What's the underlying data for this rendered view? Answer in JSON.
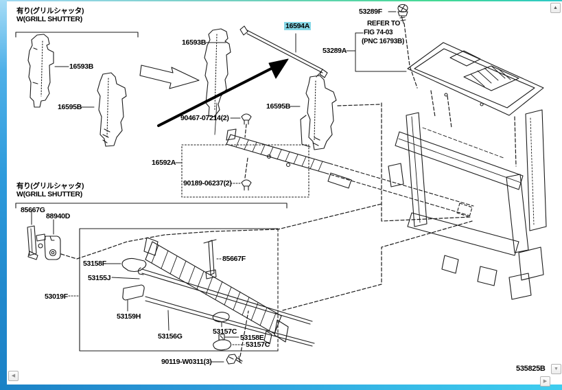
{
  "figure": {
    "code": "535825B"
  },
  "sections": {
    "grill_shutter_top": {
      "jp": "有り(グリルシャッタ)",
      "en": "W(GRILL SHUTTER)"
    },
    "grill_shutter_bottom": {
      "jp": "有り(グリルシャッタ)",
      "en": "W(GRILL SHUTTER)"
    }
  },
  "note": {
    "line1": "REFER TO",
    "line2": "FIG 74-03",
    "line3": "(PNC 16793B)"
  },
  "parts": {
    "p16593b_left": "16593B",
    "p16595b_left": "16595B",
    "p16593b_mid": "16593B",
    "p16594a": "16594A",
    "p53289f": "53289F",
    "p53289a": "53289A",
    "p90467": "90467-07214(2)",
    "p16595b_mid": "16595B",
    "p16592a": "16592A",
    "p90189": "90189-06237(2)",
    "p85667g": "85667G",
    "p88940d": "88940D",
    "p53158f": "53158F",
    "p53155j": "53155J",
    "p85667f": "85667F",
    "p53019f": "53019F",
    "p53159h": "53159H",
    "p53156g": "53156G",
    "p53157c_1": "53157C",
    "p53158e": "53158E",
    "p53157c_2": "53157C",
    "p90119": "90119-W0311(3)"
  },
  "highlighted_part": "16594A",
  "colors": {
    "highlight": "#86D7E6",
    "left_border_blue": "#2E9BDC",
    "bottom_bar_blue": "#2FA9DF",
    "top_border_green": "#43D993"
  },
  "icons": {
    "scroll_up": "▲",
    "scroll_down": "▼",
    "scroll_left": "◀",
    "scroll_right": "▶"
  }
}
